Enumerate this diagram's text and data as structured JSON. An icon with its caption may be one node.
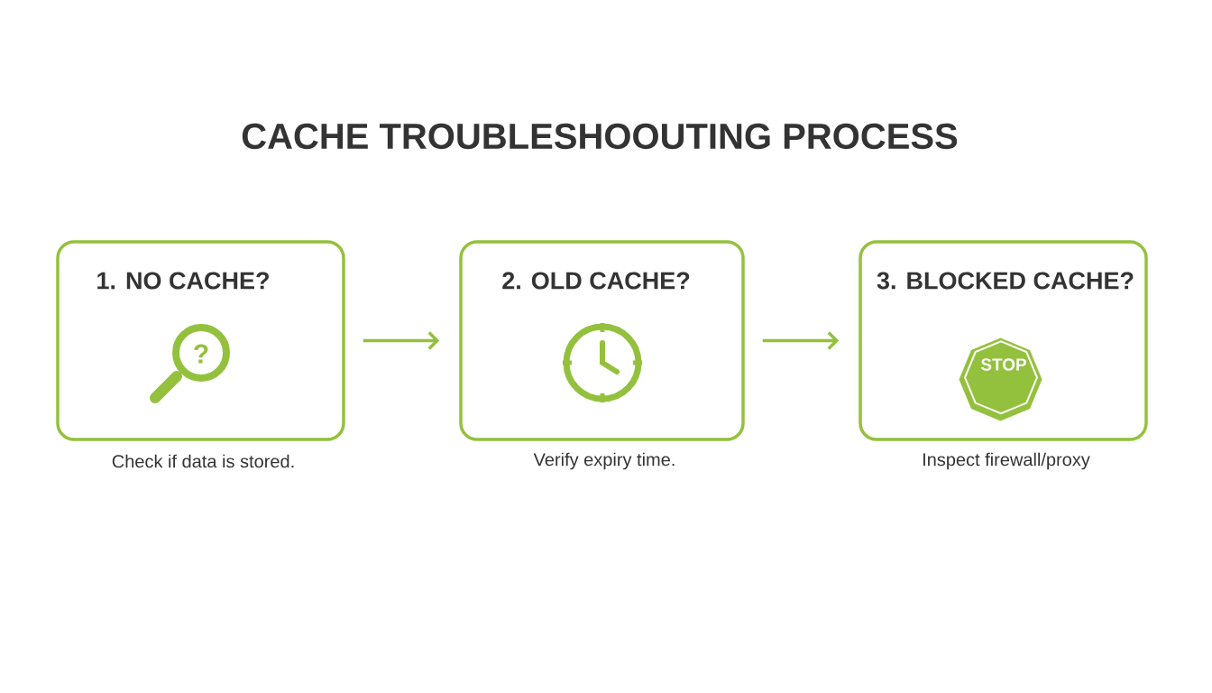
{
  "diagram": {
    "title": "CACHE TROUBLESHOOUTING PROCESS",
    "nodes": [
      {
        "text": [
          "1. NO CACHE?"
        ],
        "beside": [
          "Check if data is stored."
        ]
      },
      {
        "text": [
          "2. OLD CACHE?"
        ],
        "beside": [
          "Verify expiry time."
        ]
      },
      {
        "text": [
          "3. BLOCKED CACHE?"
        ],
        "beside": [
          "Inspect firewall/proxy"
        ]
      }
    ],
    "edges": [
      {
        "from": 0,
        "to": 1,
        "arrow": "to"
      },
      {
        "from": 1,
        "to": 2,
        "arrow": "to"
      }
    ],
    "labels": [
      "?",
      "STOP"
    ]
  }
}
